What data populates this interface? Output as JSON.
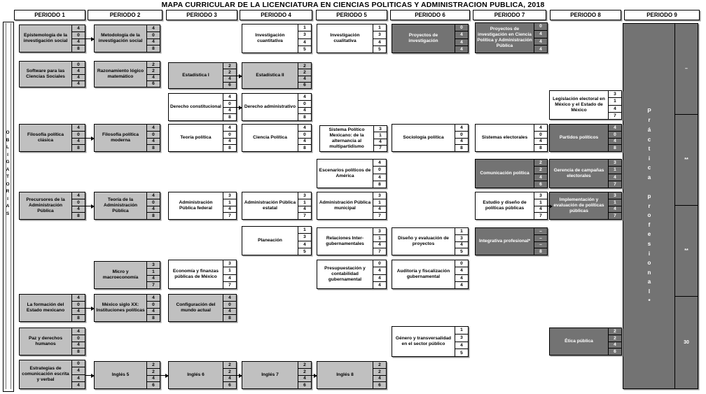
{
  "title": "MAPA CURRICULAR DE LA LICENCIATURA EN CIENCIAS POLITICAS Y ADMINISTRACION PUBLICA, 2018",
  "sidebar": {
    "label": "OBLIGATORIAS"
  },
  "periods": [
    {
      "label": "PERIODO 1"
    },
    {
      "label": "PERIODO 2"
    },
    {
      "label": "PERIODO 3"
    },
    {
      "label": "PERIODO 4"
    },
    {
      "label": "PERIODO 5"
    },
    {
      "label": "PERIODO 6"
    },
    {
      "label": "PERIODO 7"
    },
    {
      "label": "PERIODO 8"
    },
    {
      "label": "PERIODO 9"
    }
  ],
  "practica": {
    "name": "Práctica profesional*",
    "credits": [
      "–",
      "**",
      "**",
      "30"
    ]
  },
  "courses": [
    {
      "id": "c1",
      "name": "Epistemología de la investigación social",
      "credits": [
        "4",
        "0",
        "4",
        "8"
      ],
      "style": "gray"
    },
    {
      "id": "c2",
      "name": "Metodología de la investigación social",
      "credits": [
        "4",
        "0",
        "4",
        "8"
      ],
      "style": "gray"
    },
    {
      "id": "c3",
      "name": "Investigación cuantitativa",
      "credits": [
        "1",
        "3",
        "4",
        "5"
      ],
      "style": "white"
    },
    {
      "id": "c4",
      "name": "Investigación cualitativa",
      "credits": [
        "1",
        "3",
        "4",
        "5"
      ],
      "style": "white"
    },
    {
      "id": "c5",
      "name": "Proyectos de investigación",
      "credits": [
        "0",
        "4",
        "4",
        "4"
      ],
      "style": "dark"
    },
    {
      "id": "c6",
      "name": "Proyectos de investigación en Ciencia Política y Administración Pública",
      "credits": [
        "0",
        "4",
        "4",
        "4"
      ],
      "style": "dark"
    },
    {
      "id": "c7",
      "name": "Software para las Ciencias Sociales",
      "credits": [
        "0",
        "4",
        "4",
        "4"
      ],
      "style": "gray"
    },
    {
      "id": "c8",
      "name": "Razonamiento lógico matemático",
      "credits": [
        "2",
        "2",
        "4",
        "6"
      ],
      "style": "gray"
    },
    {
      "id": "c9",
      "name": "Estadística I",
      "credits": [
        "2",
        "2",
        "4",
        "6"
      ],
      "style": "gray"
    },
    {
      "id": "c10",
      "name": "Estadística II",
      "credits": [
        "2",
        "2",
        "4",
        "6"
      ],
      "style": "gray"
    },
    {
      "id": "c11",
      "name": "Derecho constitucional",
      "credits": [
        "4",
        "0",
        "4",
        "8"
      ],
      "style": "white"
    },
    {
      "id": "c12",
      "name": "Derecho administrativo",
      "credits": [
        "4",
        "0",
        "4",
        "8"
      ],
      "style": "white"
    },
    {
      "id": "c13",
      "name": "Legislación electoral en México y el Estado de México",
      "credits": [
        "3",
        "1",
        "4",
        "7"
      ],
      "style": "white"
    },
    {
      "id": "c14",
      "name": "Filosofía política clásica",
      "credits": [
        "4",
        "0",
        "4",
        "8"
      ],
      "style": "gray"
    },
    {
      "id": "c15",
      "name": "Filosofía política moderna",
      "credits": [
        "4",
        "0",
        "4",
        "8"
      ],
      "style": "gray"
    },
    {
      "id": "c16",
      "name": "Teoría política",
      "credits": [
        "4",
        "0",
        "4",
        "8"
      ],
      "style": "white"
    },
    {
      "id": "c17",
      "name": "Ciencia Política",
      "credits": [
        "4",
        "0",
        "4",
        "8"
      ],
      "style": "white"
    },
    {
      "id": "c18",
      "name": "Sistema Político Mexicano: de la alternancia al multipartidismo",
      "credits": [
        "3",
        "1",
        "4",
        "7"
      ],
      "style": "white"
    },
    {
      "id": "c19",
      "name": "Sociología política",
      "credits": [
        "4",
        "0",
        "4",
        "8"
      ],
      "style": "white"
    },
    {
      "id": "c20",
      "name": "Sistemas electorales",
      "credits": [
        "4",
        "0",
        "4",
        "8"
      ],
      "style": "white"
    },
    {
      "id": "c21",
      "name": "Partidos políticos",
      "credits": [
        "4",
        "0",
        "4",
        "8"
      ],
      "style": "dark"
    },
    {
      "id": "c22",
      "name": "Escenarios políticos de América",
      "credits": [
        "4",
        "0",
        "4",
        "8"
      ],
      "style": "white"
    },
    {
      "id": "c23",
      "name": "Comunicación política",
      "credits": [
        "2",
        "2",
        "4",
        "6"
      ],
      "style": "dark"
    },
    {
      "id": "c24",
      "name": "Gerencia de campañas electorales",
      "credits": [
        "3",
        "1",
        "4",
        "7"
      ],
      "style": "dark"
    },
    {
      "id": "c25",
      "name": "Precursores de la Administración Pública",
      "credits": [
        "4",
        "0",
        "4",
        "8"
      ],
      "style": "gray"
    },
    {
      "id": "c26",
      "name": "Teoría de la Administración Pública",
      "credits": [
        "4",
        "0",
        "4",
        "8"
      ],
      "style": "gray"
    },
    {
      "id": "c27",
      "name": "Administración Pública federal",
      "credits": [
        "3",
        "1",
        "4",
        "7"
      ],
      "style": "white"
    },
    {
      "id": "c28",
      "name": "Administración Pública estatal",
      "credits": [
        "3",
        "1",
        "4",
        "7"
      ],
      "style": "white"
    },
    {
      "id": "c29",
      "name": "Administración Pública municipal",
      "credits": [
        "3",
        "1",
        "4",
        "7"
      ],
      "style": "white"
    },
    {
      "id": "c30",
      "name": "Estudio y diseño de políticas públicas",
      "credits": [
        "3",
        "1",
        "4",
        "7"
      ],
      "style": "white"
    },
    {
      "id": "c31",
      "name": "Implementación y evaluación de políticas públicas",
      "credits": [
        "3",
        "1",
        "4",
        "7"
      ],
      "style": "dark"
    },
    {
      "id": "c32",
      "name": "Planeación",
      "credits": [
        "1",
        "3",
        "4",
        "5"
      ],
      "style": "white"
    },
    {
      "id": "c33",
      "name": "Relaciones Inter-gubernamentales",
      "credits": [
        "3",
        "1",
        "4",
        "7"
      ],
      "style": "white"
    },
    {
      "id": "c34",
      "name": "Diseño y evaluación de proyectos",
      "credits": [
        "1",
        "3",
        "4",
        "5"
      ],
      "style": "white"
    },
    {
      "id": "c35",
      "name": "Integrativa profesional*",
      "credits": [
        "–",
        "–",
        "–",
        "8"
      ],
      "style": "dark"
    },
    {
      "id": "c36",
      "name": "Micro y macroeconomía",
      "credits": [
        "3",
        "1",
        "4",
        "7"
      ],
      "style": "gray"
    },
    {
      "id": "c37",
      "name": "Economía y finanzas públicas de México",
      "credits": [
        "3",
        "1",
        "4",
        "7"
      ],
      "style": "white"
    },
    {
      "id": "c38",
      "name": "Presupuestación y contabilidad gubernamental",
      "credits": [
        "0",
        "4",
        "4",
        "4"
      ],
      "style": "white"
    },
    {
      "id": "c39",
      "name": "Auditoría y fiscalización gubernamental",
      "credits": [
        "0",
        "4",
        "4",
        "4"
      ],
      "style": "white"
    },
    {
      "id": "c40",
      "name": "La formación del Estado mexicano",
      "credits": [
        "4",
        "0",
        "4",
        "8"
      ],
      "style": "gray"
    },
    {
      "id": "c41",
      "name": "México siglo XX: Instituciones políticas",
      "credits": [
        "4",
        "0",
        "4",
        "8"
      ],
      "style": "gray"
    },
    {
      "id": "c42",
      "name": "Configuración del mundo actual",
      "credits": [
        "4",
        "0",
        "4",
        "8"
      ],
      "style": "gray"
    },
    {
      "id": "c43",
      "name": "Paz y derechos humanos",
      "credits": [
        "4",
        "0",
        "4",
        "8"
      ],
      "style": "gray"
    },
    {
      "id": "c44",
      "name": "Género y transversalidad en el sector público",
      "credits": [
        "1",
        "3",
        "4",
        "5"
      ],
      "style": "white"
    },
    {
      "id": "c45",
      "name": "Ética pública",
      "credits": [
        "2",
        "2",
        "4",
        "6"
      ],
      "style": "dark"
    },
    {
      "id": "c46",
      "name": "Estrategias de comunicación escrita y verbal",
      "credits": [
        "0",
        "4",
        "4",
        "4"
      ],
      "style": "gray"
    },
    {
      "id": "c47",
      "name": "Inglés 5",
      "credits": [
        "2",
        "2",
        "4",
        "6"
      ],
      "style": "gray"
    },
    {
      "id": "c48",
      "name": "Inglés 6",
      "credits": [
        "2",
        "2",
        "4",
        "6"
      ],
      "style": "gray"
    },
    {
      "id": "c49",
      "name": "Inglés 7",
      "credits": [
        "2",
        "2",
        "4",
        "6"
      ],
      "style": "gray"
    },
    {
      "id": "c50",
      "name": "Inglés 8",
      "credits": [
        "2",
        "2",
        "4",
        "6"
      ],
      "style": "gray"
    }
  ]
}
